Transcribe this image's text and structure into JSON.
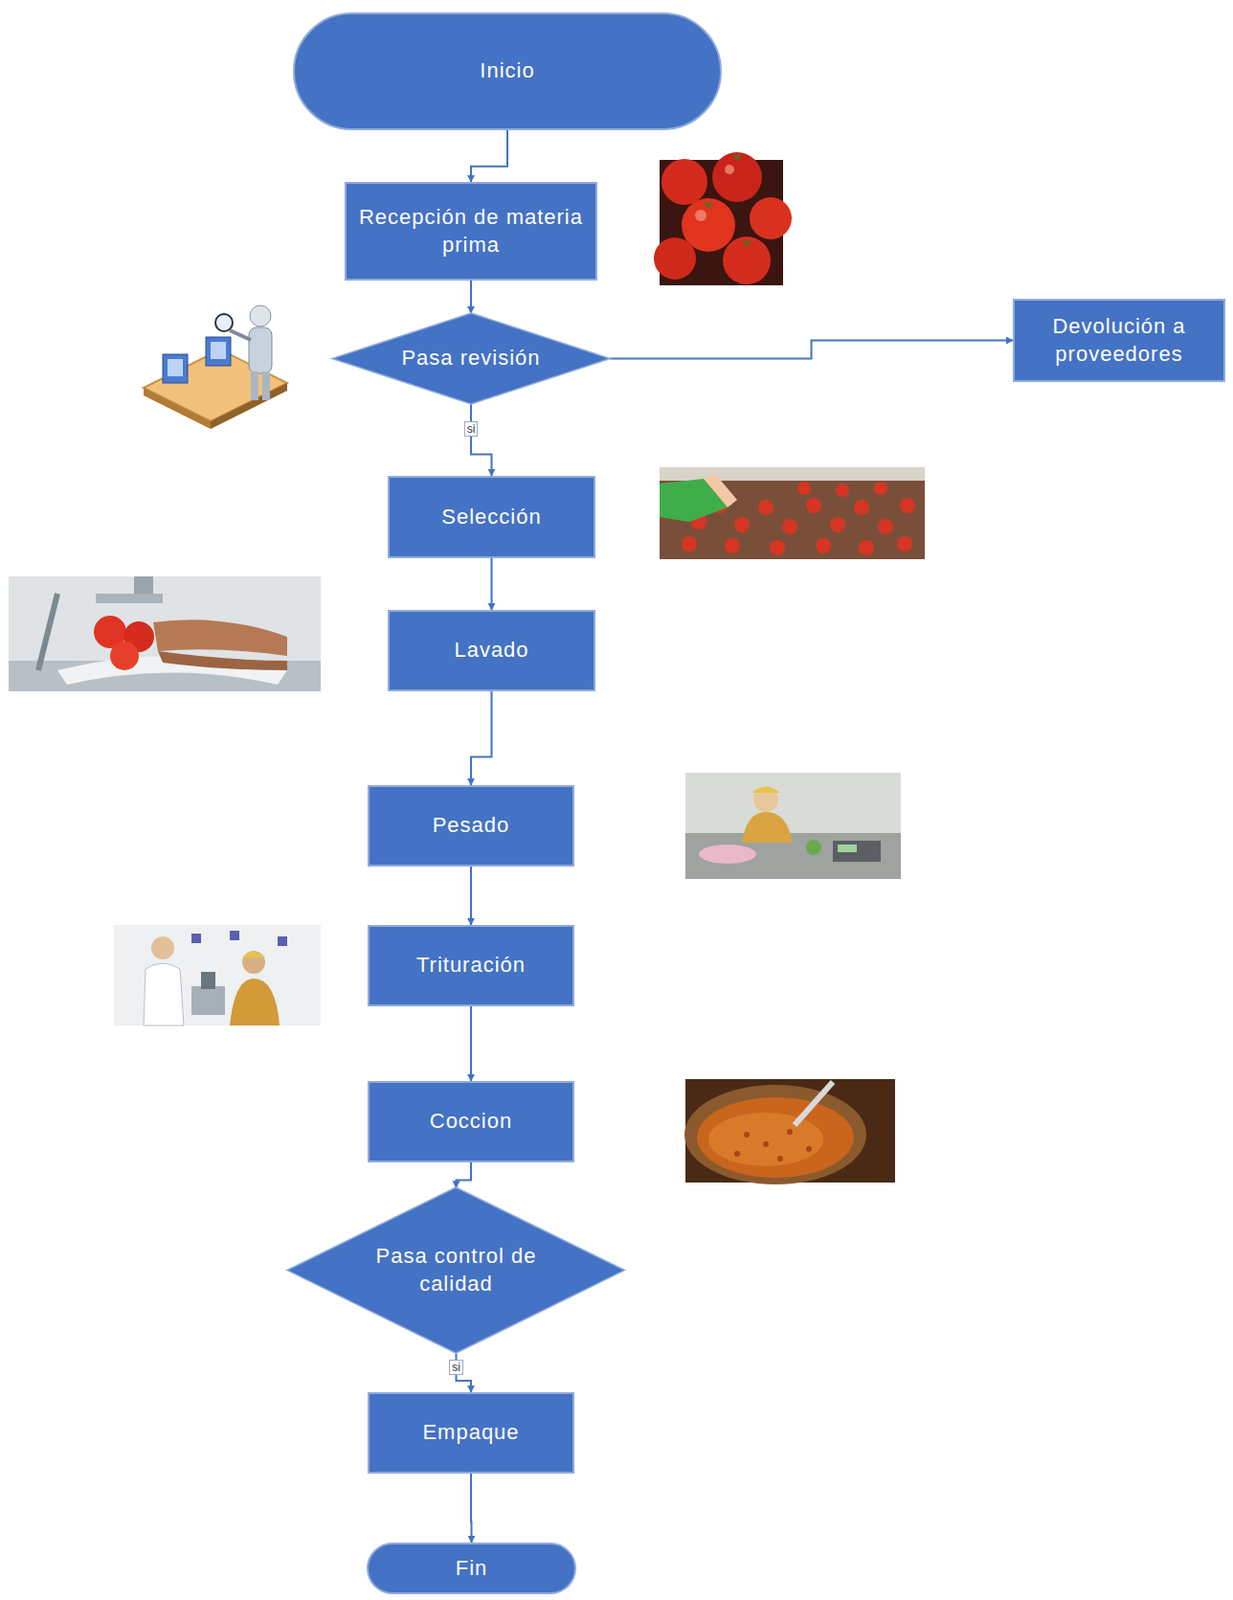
{
  "diagram": {
    "nodes": [
      {
        "text": [
          "Inicio"
        ]
      },
      {
        "text": [
          "Recepción de materia prima"
        ]
      },
      {
        "text": [
          "Pasa revisión"
        ]
      },
      {
        "text": [
          "Devolución a proveedores"
        ]
      },
      {
        "text": [
          "Selección"
        ]
      },
      {
        "text": [
          "Lavado"
        ]
      },
      {
        "text": [
          "Pesado"
        ]
      },
      {
        "text": [
          "Trituración"
        ]
      },
      {
        "text": [
          "Coccion"
        ]
      },
      {
        "text": [
          "Pasa control de calidad"
        ]
      },
      {
        "text": [
          "Empaque"
        ]
      },
      {
        "text": [
          "Fin"
        ]
      }
    ],
    "edges": [
      {
        "from": 0,
        "to": 1,
        "arrow": "to"
      },
      {
        "from": 1,
        "to": 2,
        "arrow": "to"
      },
      {
        "from": 2,
        "to": 3,
        "arrow": "to"
      },
      {
        "from": 2,
        "to": 4,
        "label": "si",
        "arrow": "to"
      },
      {
        "from": 4,
        "to": 5,
        "arrow": "to"
      },
      {
        "from": 5,
        "to": 6,
        "arrow": "to"
      },
      {
        "from": 6,
        "to": 7,
        "arrow": "to"
      },
      {
        "from": 7,
        "to": 8,
        "arrow": "to"
      },
      {
        "from": 8,
        "to": 9,
        "arrow": "to"
      },
      {
        "from": 9,
        "to": 10,
        "label": "si",
        "arrow": "to"
      },
      {
        "from": 10,
        "to": 11,
        "arrow": "to"
      }
    ]
  }
}
